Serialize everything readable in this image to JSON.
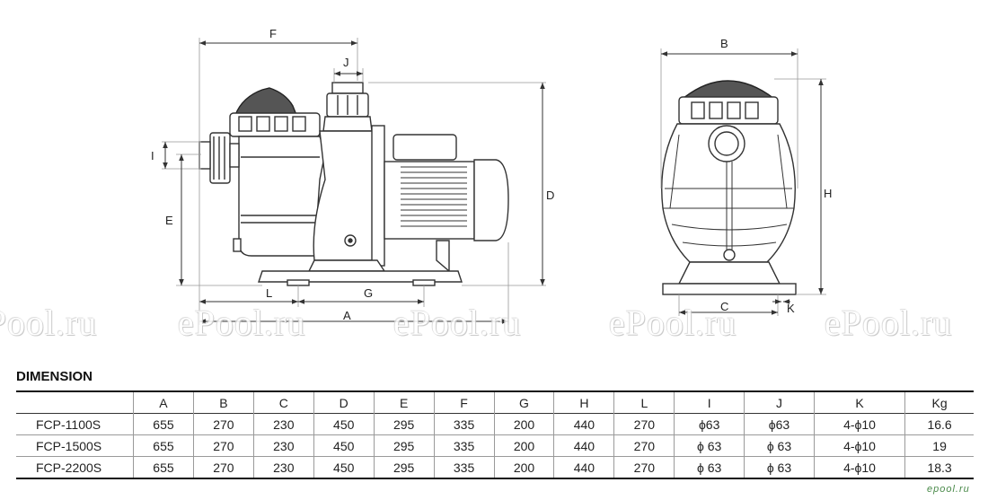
{
  "drawing": {
    "side_view_labels": {
      "F": "F",
      "J": "J",
      "I": "I",
      "E": "E",
      "D": "D",
      "L": "L",
      "G": "G",
      "A": "A"
    },
    "front_view_labels": {
      "B": "B",
      "H": "H",
      "C": "C",
      "K": "K"
    }
  },
  "watermarks": [
    "ePool.ru",
    "ePool.ru",
    "ePool.ru",
    "ePool.ru",
    "ePool.ru"
  ],
  "section_title": "DIMENSION",
  "table": {
    "headers": [
      "",
      "A",
      "B",
      "C",
      "D",
      "E",
      "F",
      "G",
      "H",
      "L",
      "I",
      "J",
      "K",
      "Kg"
    ],
    "rows": [
      [
        "FCP-1100S",
        "655",
        "270",
        "230",
        "450",
        "295",
        "335",
        "200",
        "440",
        "270",
        "ϕ63",
        "ϕ63",
        "4-ϕ10",
        "16.6"
      ],
      [
        "FCP-1500S",
        "655",
        "270",
        "230",
        "450",
        "295",
        "335",
        "200",
        "440",
        "270",
        "ϕ 63",
        "ϕ 63",
        "4-ϕ10",
        "19"
      ],
      [
        "FCP-2200S",
        "655",
        "270",
        "230",
        "450",
        "295",
        "335",
        "200",
        "440",
        "270",
        "ϕ 63",
        "ϕ 63",
        "4-ϕ10",
        "18.3"
      ]
    ]
  },
  "logo_text": "epool.ru"
}
